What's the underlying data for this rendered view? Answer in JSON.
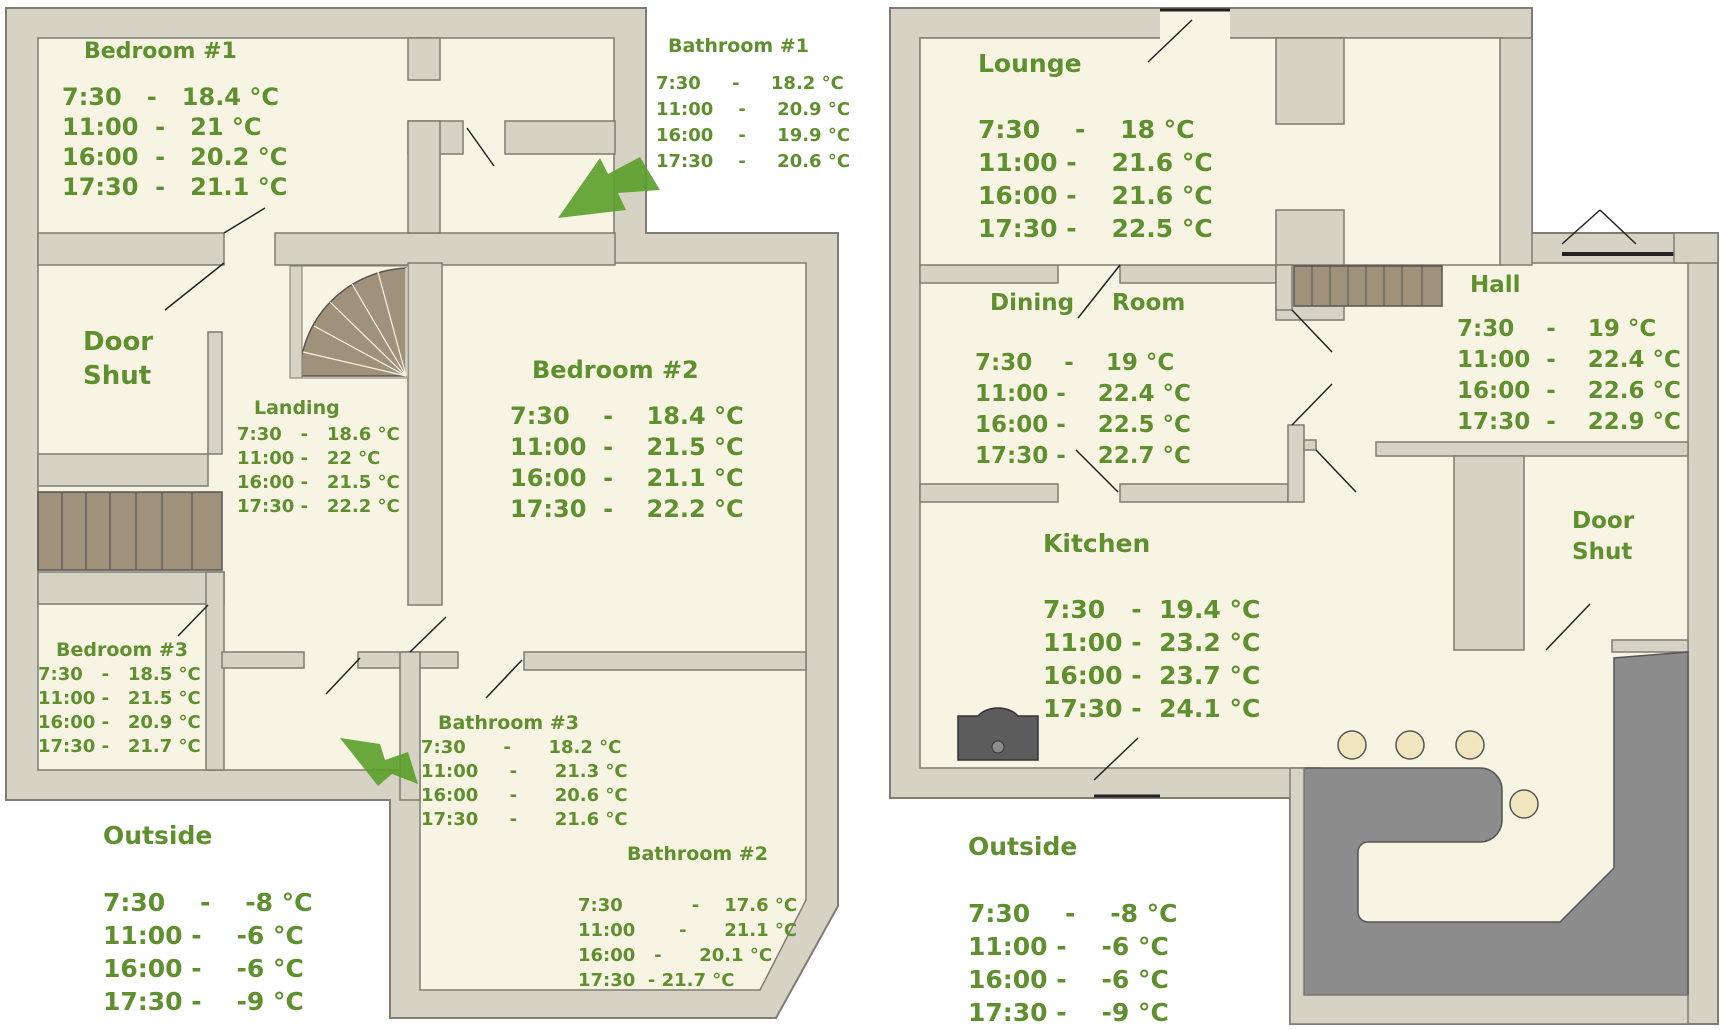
{
  "colors": {
    "wall": "#d6d2c4",
    "wall_edge": "#7f7c72",
    "floor": "#f7f4e4",
    "stairs": "#a0917a",
    "counter": "#8c8c8c",
    "stool": "#f0e6bf",
    "stove": "#5c5c5c",
    "text": "#5f8f2f",
    "arrow": "#5a9e2a"
  },
  "upstairs": {
    "bedroom1": {
      "name": "Bedroom #1",
      "readings": [
        "7:30   -   18.4 °C",
        "11:00  -   21 °C",
        "16:00  -   20.2 °C",
        "17:30  -   21.1 °C"
      ]
    },
    "bathroom1": {
      "name": "Bathroom #1",
      "readings": [
        "7:30     -     18.2 °C",
        "11:00    -     20.9 °C",
        "16:00    -     19.9 °C",
        "17:30    -     20.6 °C"
      ]
    },
    "door_shut_line1": "Door",
    "door_shut_line2": "Shut",
    "landing": {
      "name": "Landing",
      "readings": [
        "7:30   -   18.6 °C",
        "11:00 -   22 °C",
        "16:00 -   21.5 °C",
        "17:30 -   22.2 °C"
      ]
    },
    "bedroom2": {
      "name": "Bedroom #2",
      "readings": [
        "7:30    -    18.4 °C",
        "11:00  -    21.5 °C",
        "16:00  -    21.1 °C",
        "17:30  -    22.2 °C"
      ]
    },
    "bedroom3": {
      "name": "Bedroom #3",
      "readings": [
        "7:30   -   18.5 °C",
        "11:00 -   21.5 °C",
        "16:00 -   20.9 °C",
        "17:30 -   21.7 °C"
      ]
    },
    "bathroom3": {
      "name": "Bathroom #3",
      "readings": [
        "7:30      -      18.2 °C",
        "11:00     -      21.3 °C",
        "16:00     -      20.6 °C",
        "17:30     -      21.6 °C"
      ]
    },
    "bathroom2": {
      "name": "Bathroom #2",
      "readings": [
        "7:30           -    17.6 °C",
        "11:00       -      21.1 °C",
        "16:00   -      20.1 °C",
        "17:30  - 21.7 °C"
      ]
    },
    "outside": {
      "name": "Outside",
      "readings": [
        "7:30    -    -8 °C",
        "11:00 -    -6 °C",
        "16:00 -    -6 °C",
        "17:30 -    -9 °C"
      ]
    }
  },
  "downstairs": {
    "lounge": {
      "name": "Lounge",
      "readings": [
        "7:30    -    18 °C",
        "11:00 -    21.6 °C",
        "16:00 -    21.6 °C",
        "17:30 -    22.5 °C"
      ]
    },
    "dining": {
      "name_word1": "Dining",
      "name_word2": "Room",
      "readings": [
        "7:30    -    19 °C",
        "11:00 -    22.4 °C",
        "16:00 -    22.5 °C",
        "17:30 -    22.7 °C"
      ]
    },
    "hall": {
      "name": "Hall",
      "readings": [
        "7:30    -    19 °C",
        "11:00  -    22.4 °C",
        "16:00  -    22.6 °C",
        "17:30  -    22.9 °C"
      ]
    },
    "door_shut_line1": "Door",
    "door_shut_line2": "Shut",
    "kitchen": {
      "name": "Kitchen",
      "readings": [
        "7:30   -  19.4 °C",
        "11:00 -  23.2 °C",
        "16:00 -  23.7 °C",
        "17:30 -  24.1 °C"
      ]
    },
    "outside": {
      "name": "Outside",
      "readings": [
        "7:30    -    -8 °C",
        "11:00 -    -6 °C",
        "16:00 -    -6 °C",
        "17:30 -    -9 °C"
      ]
    }
  }
}
